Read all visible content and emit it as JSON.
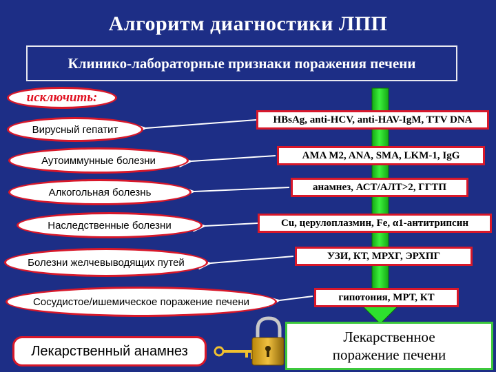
{
  "title": "Алгоритм диагностики ЛПП",
  "header": "Клинико-лабораторные признаки поражения печени",
  "exclude_label": "исключить:",
  "diseases": [
    "Вирусный гепатит",
    "Аутоиммунные болезни",
    "Алкогольная болезнь",
    "Наследственные болезни",
    "Болезни желчевыводящих путей",
    "Сосудистое/ишемическое поражение печени"
  ],
  "tests": [
    "HBsAg, anti-HCV, anti-HAV-IgM, TTV DNA",
    "AMA M2, ANA, SMA, LKM-1, IgG",
    "анамнез, АСТ/АЛТ>2, ГГТП",
    "Cu, церулоплазмин, Fe, α1-антитрипсин",
    "УЗИ, КТ, МРХГ, ЭРХПГ",
    "гипотония, МРТ, КТ"
  ],
  "drug_history": "Лекарственный анамнез",
  "result": [
    "Лекарственное",
    "поражение печени"
  ],
  "colors": {
    "background": "#1d2e86",
    "border_red": "#d8182a",
    "arrow_green": "#22dd22",
    "result_border": "#3cc83c"
  },
  "icons": [
    "key-icon",
    "padlock-icon"
  ]
}
